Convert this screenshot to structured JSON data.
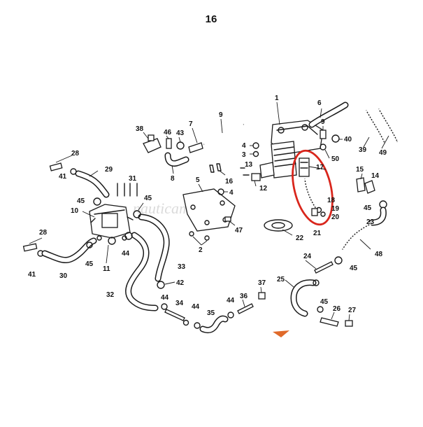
{
  "page_number": "16",
  "watermark": "nauticamobile.it",
  "highlight_color": "#d9261c",
  "callouts": {
    "c1": "1",
    "c2": "2",
    "c3": "3",
    "c4a": "4",
    "c4b": "4",
    "c5": "5",
    "c6": "6",
    "c7": "7",
    "c8": "8",
    "c9": "9",
    "c9b": "9",
    "c10": "10",
    "c11": "11",
    "c12": "12",
    "c13": "13",
    "c14": "14",
    "c15": "15",
    "c16": "16",
    "c17": "17",
    "c18": "18",
    "c19": "19",
    "c20": "20",
    "c21": "21",
    "c22": "22",
    "c23": "23",
    "c24": "24",
    "c25": "25",
    "c26": "26",
    "c27": "27",
    "c28a": "28",
    "c28b": "28",
    "c29": "29",
    "c30": "30",
    "c31": "31",
    "c32": "32",
    "c33": "33",
    "c34": "34",
    "c35": "35",
    "c36": "36",
    "c37": "37",
    "c38": "38",
    "c39": "39",
    "c40": "40",
    "c41a": "41",
    "c41b": "41",
    "c42": "42",
    "c43": "43",
    "c44a": "44",
    "c44b": "44",
    "c44c": "44",
    "c44d": "44",
    "c45a": "45",
    "c45b": "45",
    "c45c": "45",
    "c45d": "45",
    "c45e": "45",
    "c45f": "45",
    "c46": "46",
    "c47": "47",
    "c48": "48",
    "c49": "49",
    "c50": "50"
  }
}
